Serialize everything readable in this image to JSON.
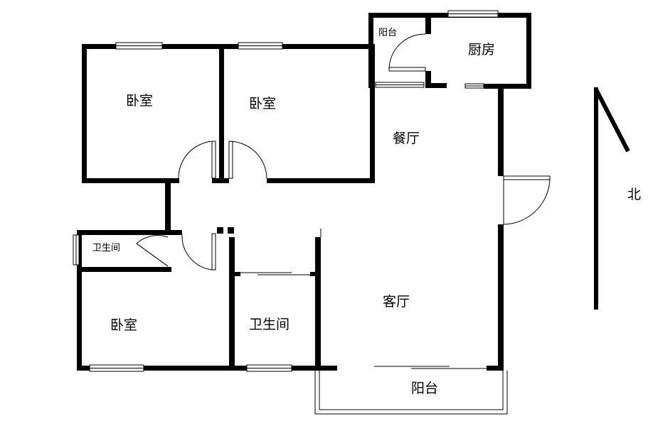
{
  "rooms": {
    "bedroom_top_left": "卧室",
    "bedroom_top_mid": "卧室",
    "bedroom_bottom_left": "卧室",
    "kitchen": "厨房",
    "dining": "餐厅",
    "living": "客厅",
    "bathroom_small": "卫生间",
    "bathroom_main": "卫生间",
    "balcony_top": "阳台",
    "balcony_bottom": "阳台"
  },
  "compass": {
    "label": "北"
  },
  "colors": {
    "wall": "#000000",
    "background": "#ffffff"
  }
}
